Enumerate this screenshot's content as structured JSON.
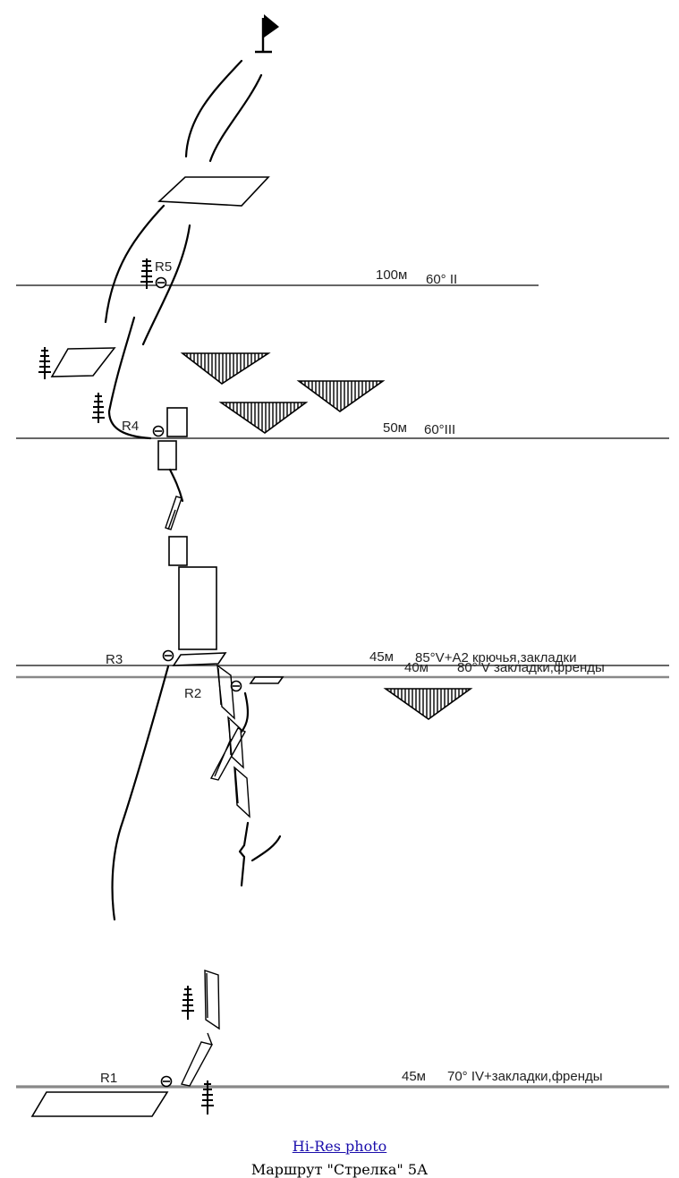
{
  "pitches": [
    {
      "length": "100м",
      "desc": "60° II"
    },
    {
      "length": "50м",
      "desc": "60°III"
    },
    {
      "length": "45м",
      "desc": "85°V+A2 крючья,закладки"
    },
    {
      "length": "40м",
      "desc": "80° V закладки,френды"
    },
    {
      "length": "45м",
      "desc": "70° IV+закладки,френды"
    }
  ],
  "belays": [
    "R5",
    "R4",
    "R3",
    "R2",
    "R1"
  ],
  "links": {
    "hires": "Hi-Res photo"
  },
  "caption": "Маршрут \"Стрелка\" 5А"
}
